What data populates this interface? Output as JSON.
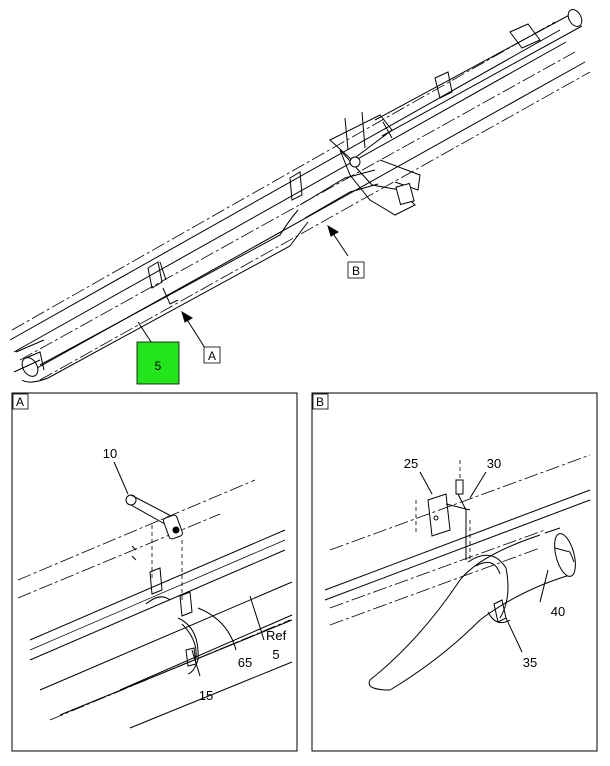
{
  "callouts": {
    "main_part": "5",
    "view_a": "A",
    "view_b": "B",
    "panel_a_letter": "A",
    "panel_b_letter": "B",
    "part_10": "10",
    "part_15": "15",
    "part_65": "65",
    "ref_label": "Ref",
    "ref_number": "5",
    "part_25": "25",
    "part_30": "30",
    "part_40": "40",
    "part_35": "35"
  },
  "colors": {
    "highlight": "#22e61b",
    "line": "#000000",
    "background": "#ffffff"
  },
  "icons": [
    "arrow-icon"
  ]
}
